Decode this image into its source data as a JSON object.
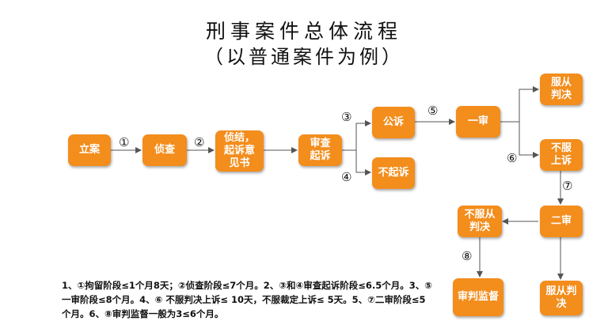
{
  "title": "刑事案件总体流程",
  "subtitle": "（以普通案件为例）",
  "nodes": {
    "lian": "立案",
    "zhencha": "侦查",
    "zhenjie": "侦结，\n起诉意\n见书",
    "shencha": "审查\n起诉",
    "gongsu": "公诉",
    "buqisu": "不起诉",
    "yishen": "一审",
    "fucong_top": "服从\n判决",
    "bufu_shangsu": "不服\n上诉",
    "ershen": "二审",
    "bufu_cong": "不服从\n判决",
    "fucong_bottom": "服从判\n决",
    "shenpan_jiandu": "审判监督"
  },
  "labels": {
    "l1": "①",
    "l2": "②",
    "l3": "③",
    "l4": "④",
    "l5": "⑤",
    "l6": "⑥",
    "l7": "⑦",
    "l8": "⑧"
  },
  "note": "1、①拘留阶段≤1个月8天；②侦查阶段≤7个月。2、③和④审查起诉阶段≤6.5个月。3、⑤一审阶段≤8个月。4、⑥ 不服判决上诉≤ 10天，不服裁定上诉≤ 5天。5、⑦二审阶段≤5个月。6、⑧审判监督一般为3≤6个月。",
  "colors": {
    "node": "#f38d1c",
    "line": "#555555"
  }
}
